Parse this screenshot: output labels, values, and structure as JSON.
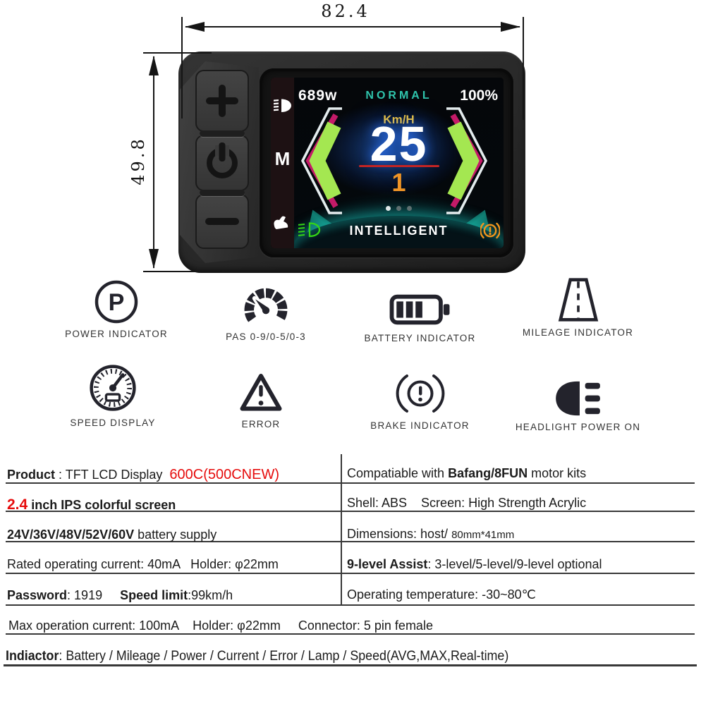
{
  "accent_colors": {
    "red": "#e60c0c",
    "teal": "#2fc4ac",
    "green": "#a4e751",
    "magenta": "#c41a68",
    "orange": "#ef9426",
    "gold": "#f5c63a"
  },
  "dimension_labels": {
    "width": "82.4",
    "height": "49.8"
  },
  "screen": {
    "power_output": "689w",
    "ride_mode": "NORMAL",
    "battery_percent": "100%",
    "speed_unit": "Km/H",
    "speed_value": "25",
    "assist_level": "1",
    "menu_letter": "M",
    "brand_text": "INTELLIGENT"
  },
  "indicators": {
    "row1": [
      {
        "label": "POWER INDICATOR",
        "glyph": "P"
      },
      {
        "label": "PAS 0-9/0-5/0-3"
      },
      {
        "label": "BATTERY INDICATOR"
      },
      {
        "label": "MILEAGE INDICATOR"
      }
    ],
    "row2": [
      {
        "label": "SPEED DISPLAY"
      },
      {
        "label": "ERROR"
      },
      {
        "label": "BRAKE INDICATOR"
      },
      {
        "label": "HEADLIGHT POWER ON"
      }
    ]
  },
  "specs": {
    "left": [
      {
        "segments": [
          {
            "text": "Product"
          },
          {
            "text": " : TFT LCD Display  "
          },
          {
            "text": "600C(500CNEW)"
          }
        ]
      },
      {
        "segments": [
          {
            "text": "2.4"
          },
          {
            "text": " inch IPS colorful screen"
          }
        ]
      },
      {
        "segments": [
          {
            "text": "24V/36V/48V/52V/60V"
          },
          {
            "text": " battery supply"
          }
        ]
      },
      {
        "segments": [
          {
            "text": "Rated operating current: 40mA   Holder: φ22mm"
          }
        ]
      },
      {
        "segments": [
          {
            "text": "Password"
          },
          {
            "text": ": 1919     "
          },
          {
            "text": "Speed limit"
          },
          {
            "text": ":99km/h"
          }
        ]
      }
    ],
    "right": [
      {
        "segments": [
          {
            "text": "Compatiable with "
          },
          {
            "text": "Bafang/8FUN"
          },
          {
            "text": " motor kits"
          }
        ]
      },
      {
        "segments": [
          {
            "text": "Shell: ABS    Screen: High Strength Acrylic"
          }
        ]
      },
      {
        "segments": [
          {
            "text": "Dimensions: host/ "
          },
          {
            "text": "80mm*41mm"
          }
        ]
      },
      {
        "segments": [
          {
            "text": "9-level Assist"
          },
          {
            "text": ": 3-level/5-level/9-level optional"
          }
        ]
      },
      {
        "segments": [
          {
            "text": "Operating temperature: -30~80℃"
          }
        ]
      }
    ],
    "full": [
      {
        "segments": [
          {
            "text": "Max operation current: 100mA    Holder: φ22mm     Connector: 5 pin female"
          }
        ]
      },
      {
        "segments": [
          {
            "text": "Indiactor"
          },
          {
            "text": ": Battery / Mileage / Power / Current / Error / Lamp / Speed(AVG,MAX,Real-time)"
          }
        ]
      }
    ]
  }
}
